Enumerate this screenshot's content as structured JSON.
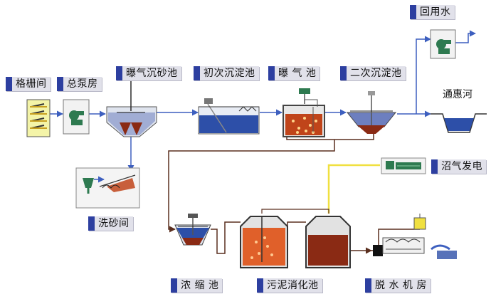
{
  "diagram": {
    "labels": {
      "grille": "格栅间",
      "pump_house": "总泵房",
      "aerated_grit": "曝气沉砂池",
      "primary_clarifier": "初次沉淀池",
      "aeration_tank": "曝 气 池",
      "secondary_clarifier": "二次沉淀池",
      "reuse_water": "回用水",
      "river": "通惠河",
      "sand_washing": "洗砂间",
      "biogas_power": "沼气发电",
      "thickener": "浓 缩 池",
      "digester": "污泥消化池",
      "dewatering": "脱 水 机 房"
    },
    "colors": {
      "label_tag": "#2d3fa0",
      "label_bg": "#e1e1ea",
      "water": "#2d4fa8",
      "pipe_blue": "#3d5fbf",
      "pipe_brown": "#5a2e1e",
      "sludge": "#c0441a",
      "biogas_pipe": "#f0e040",
      "equipment_green": "#2e7a50"
    }
  }
}
